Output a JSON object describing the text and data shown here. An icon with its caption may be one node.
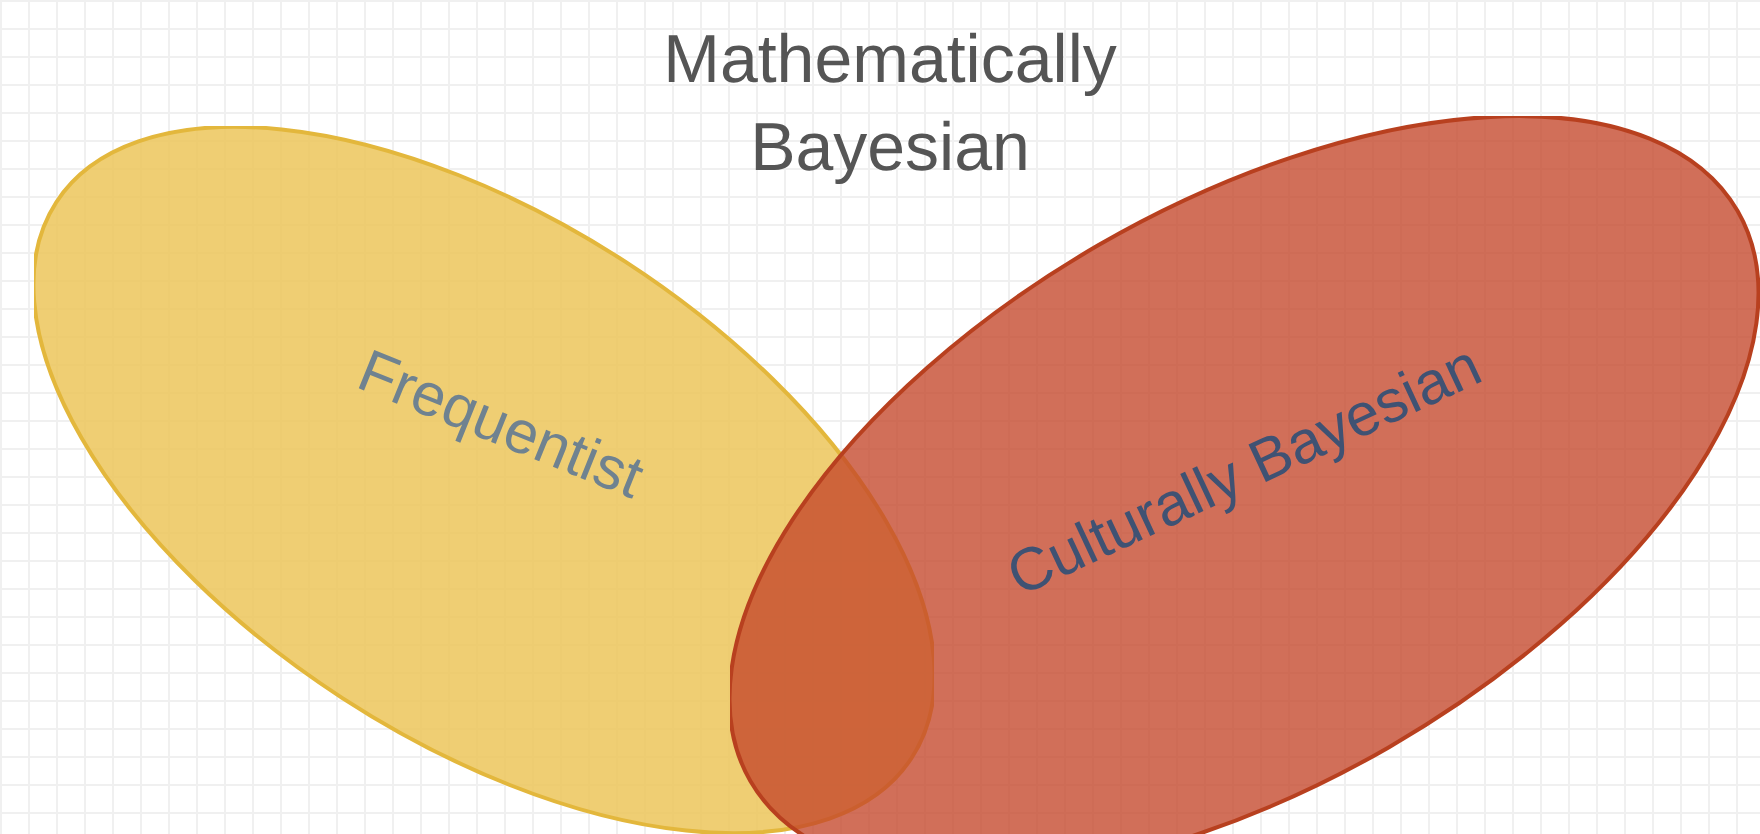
{
  "diagram": {
    "nodes": [
      {
        "text": [
          "Frequentist"
        ]
      },
      {
        "text": [
          "Culturally Bayesian"
        ]
      }
    ],
    "labels": [
      "Mathematically Bayesian"
    ]
  }
}
